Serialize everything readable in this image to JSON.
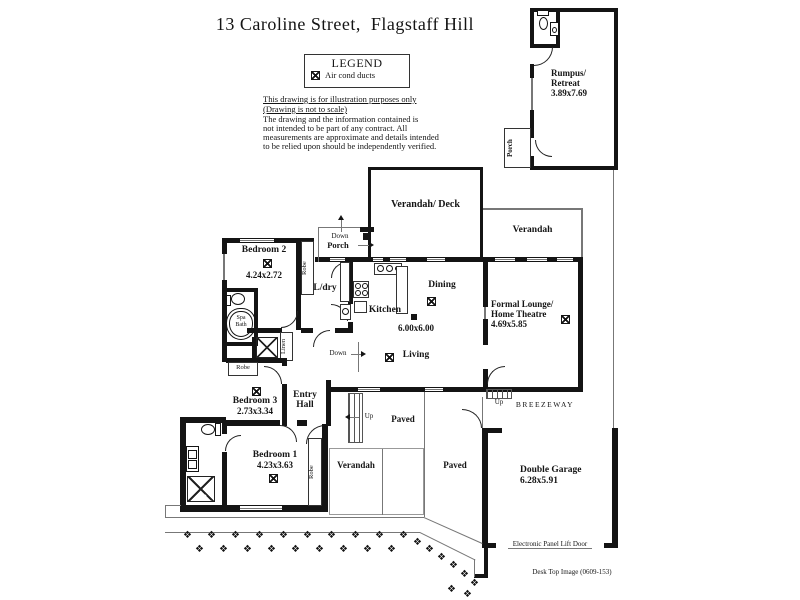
{
  "title": "13 Caroline Street,  Flagstaff Hill",
  "legend": {
    "heading": "LEGEND",
    "air_cond_ducts": "Air cond ducts"
  },
  "disclaimer": {
    "underlined1": "This drawing is for illustration purposes only",
    "underlined2": "(Drawing is not to scale)",
    "line1": "The drawing and the information contained is",
    "line2": "not intended to be part of any contract.  All",
    "line3": "measurements are approximate and details intended",
    "line4": "to be relied upon should be independently verified."
  },
  "rooms": {
    "rumpus": {
      "name1": "Rumpus/",
      "name2": "Retreat",
      "dims": "3.89x7.69"
    },
    "porch_rumpus": "Porch",
    "porch_rear": "Porch",
    "verandah_deck": {
      "name": "Verandah/ Deck"
    },
    "verandah_right": {
      "name": "Verandah"
    },
    "bedroom2": {
      "name": "Bedroom 2",
      "dims": "4.24x2.72"
    },
    "spa_bath": {
      "line1": "Spa",
      "line2": "Bath"
    },
    "ldry": {
      "name": "L/dry"
    },
    "kitchen": {
      "name": "Kitchen"
    },
    "dining": {
      "name": "Dining"
    },
    "living": {
      "name": "Living",
      "dims": "6.00x6.00"
    },
    "formal_lounge": {
      "name1": "Formal Lounge/",
      "name2": "Home Theatre",
      "dims": "4.69x5.85"
    },
    "breezeway": {
      "name": "BREEZEWAY"
    },
    "bedroom3": {
      "name": "Bedroom 3",
      "dims": "2.73x3.34"
    },
    "entry_hall": {
      "name1": "Entry",
      "name2": "Hall"
    },
    "bedroom1": {
      "name": "Bedroom 1",
      "dims": "4.23x3.63"
    },
    "verandah_bottom": {
      "name": "Verandah"
    },
    "paved_upper": "Paved",
    "paved_lower": "Paved",
    "double_garage": {
      "name": "Double Garage",
      "dims": "6.28x5.91"
    },
    "garage_door": "Electronic Panel Lift Door"
  },
  "labels": {
    "robe": "Robe",
    "linen": "Linen",
    "up": "Up",
    "down": "Down"
  },
  "colors": {
    "ink": "#141414",
    "background": "#ffffff"
  },
  "footer": "Desk Top Image  (0609-153)"
}
